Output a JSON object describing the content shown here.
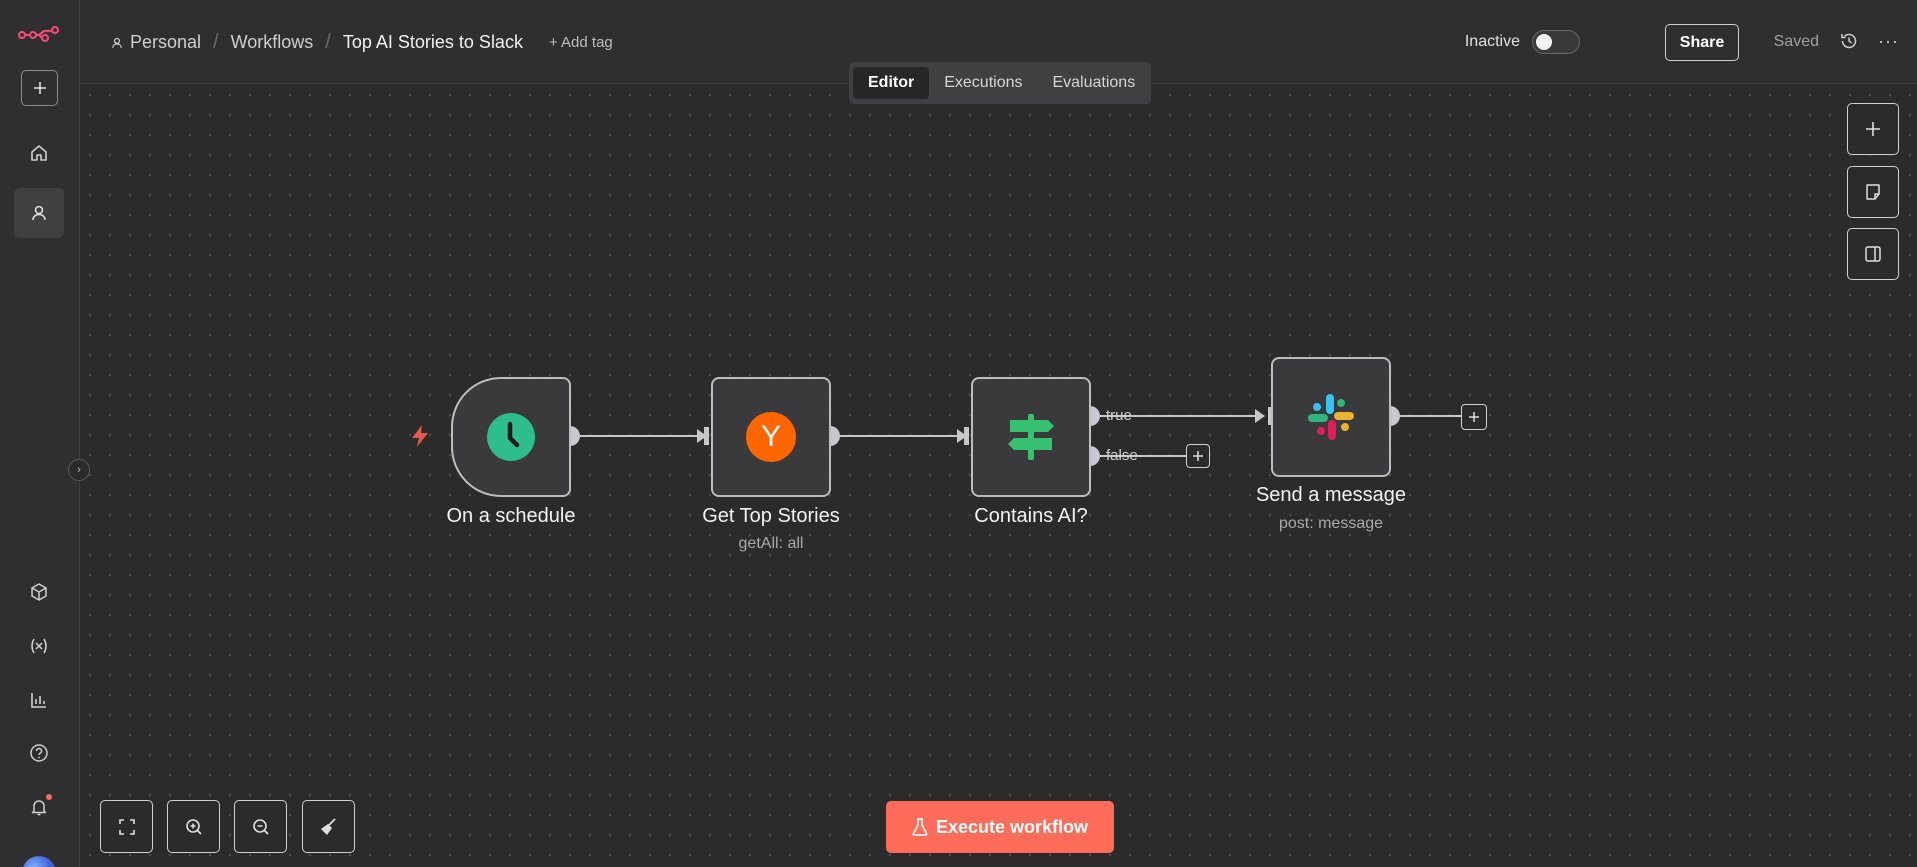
{
  "header": {
    "breadcrumb": {
      "personal": "Personal",
      "workflows": "Workflows",
      "workflow_name": "Top AI Stories to Slack"
    },
    "add_tag": "+ Add tag",
    "status_label": "Inactive",
    "share_label": "Share",
    "saved_label": "Saved"
  },
  "tabs": [
    "Editor",
    "Executions",
    "Evaluations"
  ],
  "nodes": {
    "schedule": {
      "title": "On a schedule",
      "icon": "clock-icon"
    },
    "hn": {
      "title": "Get Top Stories",
      "subtitle": "getAll: all",
      "icon": "hacker-news-icon",
      "icon_letter": "Y"
    },
    "if": {
      "title": "Contains AI?",
      "icon": "signpost-icon",
      "branch_true": "true",
      "branch_false": "false"
    },
    "slack": {
      "title": "Send a message",
      "subtitle": "post: message",
      "icon": "slack-icon"
    }
  },
  "execute_button": "Execute workflow",
  "colors": {
    "accent": "#ff6d5a",
    "schedule_green": "#2dbd8f",
    "hn_orange": "#ff6600",
    "if_green": "#35c16f"
  }
}
